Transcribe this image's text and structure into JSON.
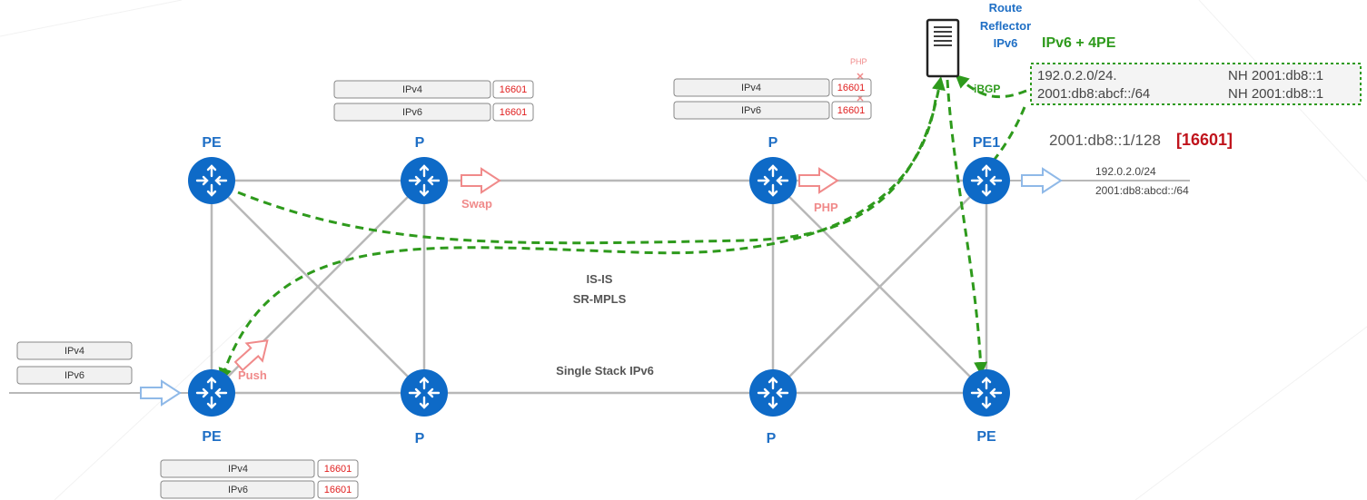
{
  "routers": {
    "pe_top_left": "PE",
    "p_top_left": "P",
    "p_top_right": "P",
    "pe1_top_right": "PE1",
    "pe_bottom_left": "PE",
    "p_bottom_left": "P",
    "p_bottom_right": "P",
    "pe_bottom_right": "PE"
  },
  "route_reflector": {
    "line1": "Route",
    "line2": "Reflector",
    "line3": "IPv6"
  },
  "bgp": {
    "family": "IPv6 + 4PE",
    "session": "iBGP",
    "route1_prefix": "192.0.2.0/24.",
    "route1_nh": "NH 2001:db8::1",
    "route2_prefix": "2001:db8:abcf::/64",
    "route2_nh": "NH 2001:db8::1"
  },
  "prefix_sid": {
    "prefix": "2001:db8::1/128",
    "sid": "[16601]"
  },
  "pe1_networks": {
    "ipv4": "192.0.2.0/24",
    "ipv6": "2001:db8:abcd::/64"
  },
  "igp": {
    "line1": "IS-IS",
    "line2": "SR-MPLS"
  },
  "underlay": "Single Stack IPv6",
  "ops": {
    "push": "Push",
    "swap": "Swap",
    "php": "PHP",
    "php_small": "PHP"
  },
  "packets": {
    "ingress_ipv4": "IPv4",
    "ingress_ipv6": "IPv6",
    "p1_ipv4": "IPv4",
    "p1_ipv6": "IPv6",
    "p1_label1": "16601",
    "p1_label2": "16601",
    "p2_ipv4": "IPv4",
    "p2_ipv6": "IPv6",
    "p2_label1": "16601",
    "p2_label2": "16601",
    "pe_ipv4": "IPv4",
    "pe_ipv6": "IPv6",
    "pe_label1": "16601",
    "pe_label2": "16601"
  },
  "colors": {
    "router": "#0e6ac7",
    "router_label": "#1f6fc5",
    "bgp_green": "#2e9a1c",
    "sid_red": "#c0141c",
    "op_pink": "#f08a8a",
    "arrow_blue": "#8fb9e8",
    "link_gray": "#b8b8b8"
  }
}
